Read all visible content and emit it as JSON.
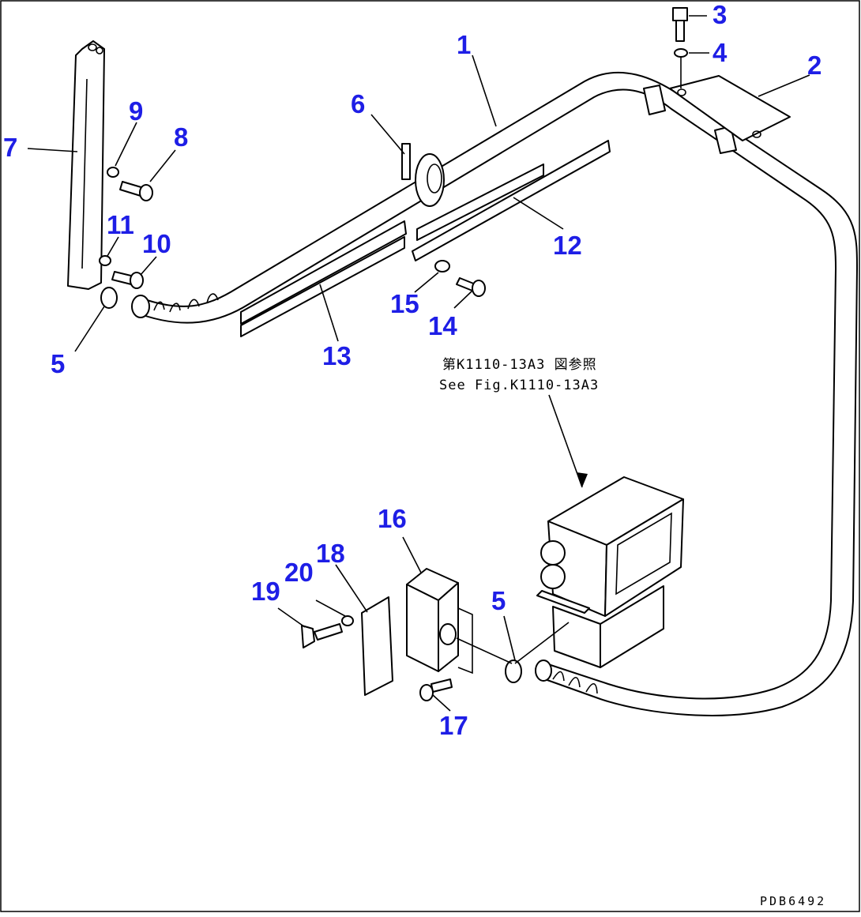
{
  "diagram": {
    "callouts": [
      {
        "id": "c1",
        "label": "1"
      },
      {
        "id": "c2",
        "label": "2"
      },
      {
        "id": "c3",
        "label": "3"
      },
      {
        "id": "c4",
        "label": "4"
      },
      {
        "id": "c5a",
        "label": "5"
      },
      {
        "id": "c5b",
        "label": "5"
      },
      {
        "id": "c6",
        "label": "6"
      },
      {
        "id": "c7",
        "label": "7"
      },
      {
        "id": "c8",
        "label": "8"
      },
      {
        "id": "c9",
        "label": "9"
      },
      {
        "id": "c10",
        "label": "10"
      },
      {
        "id": "c11",
        "label": "11"
      },
      {
        "id": "c12",
        "label": "12"
      },
      {
        "id": "c13",
        "label": "13"
      },
      {
        "id": "c14",
        "label": "14"
      },
      {
        "id": "c15",
        "label": "15"
      },
      {
        "id": "c16",
        "label": "16"
      },
      {
        "id": "c17",
        "label": "17"
      },
      {
        "id": "c18",
        "label": "18"
      },
      {
        "id": "c19",
        "label": "19"
      },
      {
        "id": "c20",
        "label": "20"
      }
    ],
    "reference_jp": "第K1110-13A3 図参照",
    "reference_en": "See Fig.K1110-13A3",
    "drawing_code": "PDB6492",
    "colors": {
      "callout": "#1e1ee6",
      "line": "#000000",
      "background": "#ffffff"
    }
  }
}
